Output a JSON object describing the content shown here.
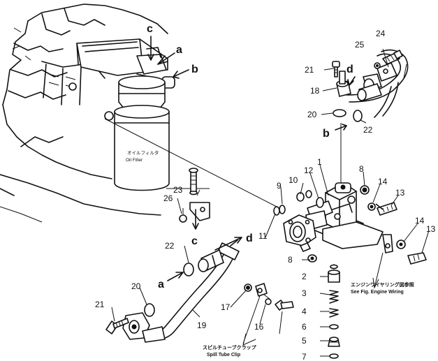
{
  "parts": [
    "1",
    "2",
    "3",
    "4",
    "5",
    "6",
    "7",
    "8",
    "8",
    "9",
    "10",
    "11",
    "12",
    "13",
    "13",
    "14",
    "14",
    "16",
    "17",
    "18",
    "19",
    "20",
    "20",
    "21",
    "21",
    "22",
    "22",
    "23",
    "24",
    "25",
    "26"
  ],
  "letters": [
    "a",
    "a",
    "b",
    "b",
    "c",
    "c",
    "d",
    "d"
  ],
  "labels": {
    "oil_filter_jp": "オイルフィルタ",
    "oil_filter_en": "Oil Filter",
    "engine_wiring_jp": "エンジンワイヤリング図参照",
    "engine_wiring_en": "See Fig. Engine Wiring",
    "spill_tube_clip_jp": "スピルチューブクラップ",
    "spill_tube_clip_en": "Spill Tube Clip"
  }
}
